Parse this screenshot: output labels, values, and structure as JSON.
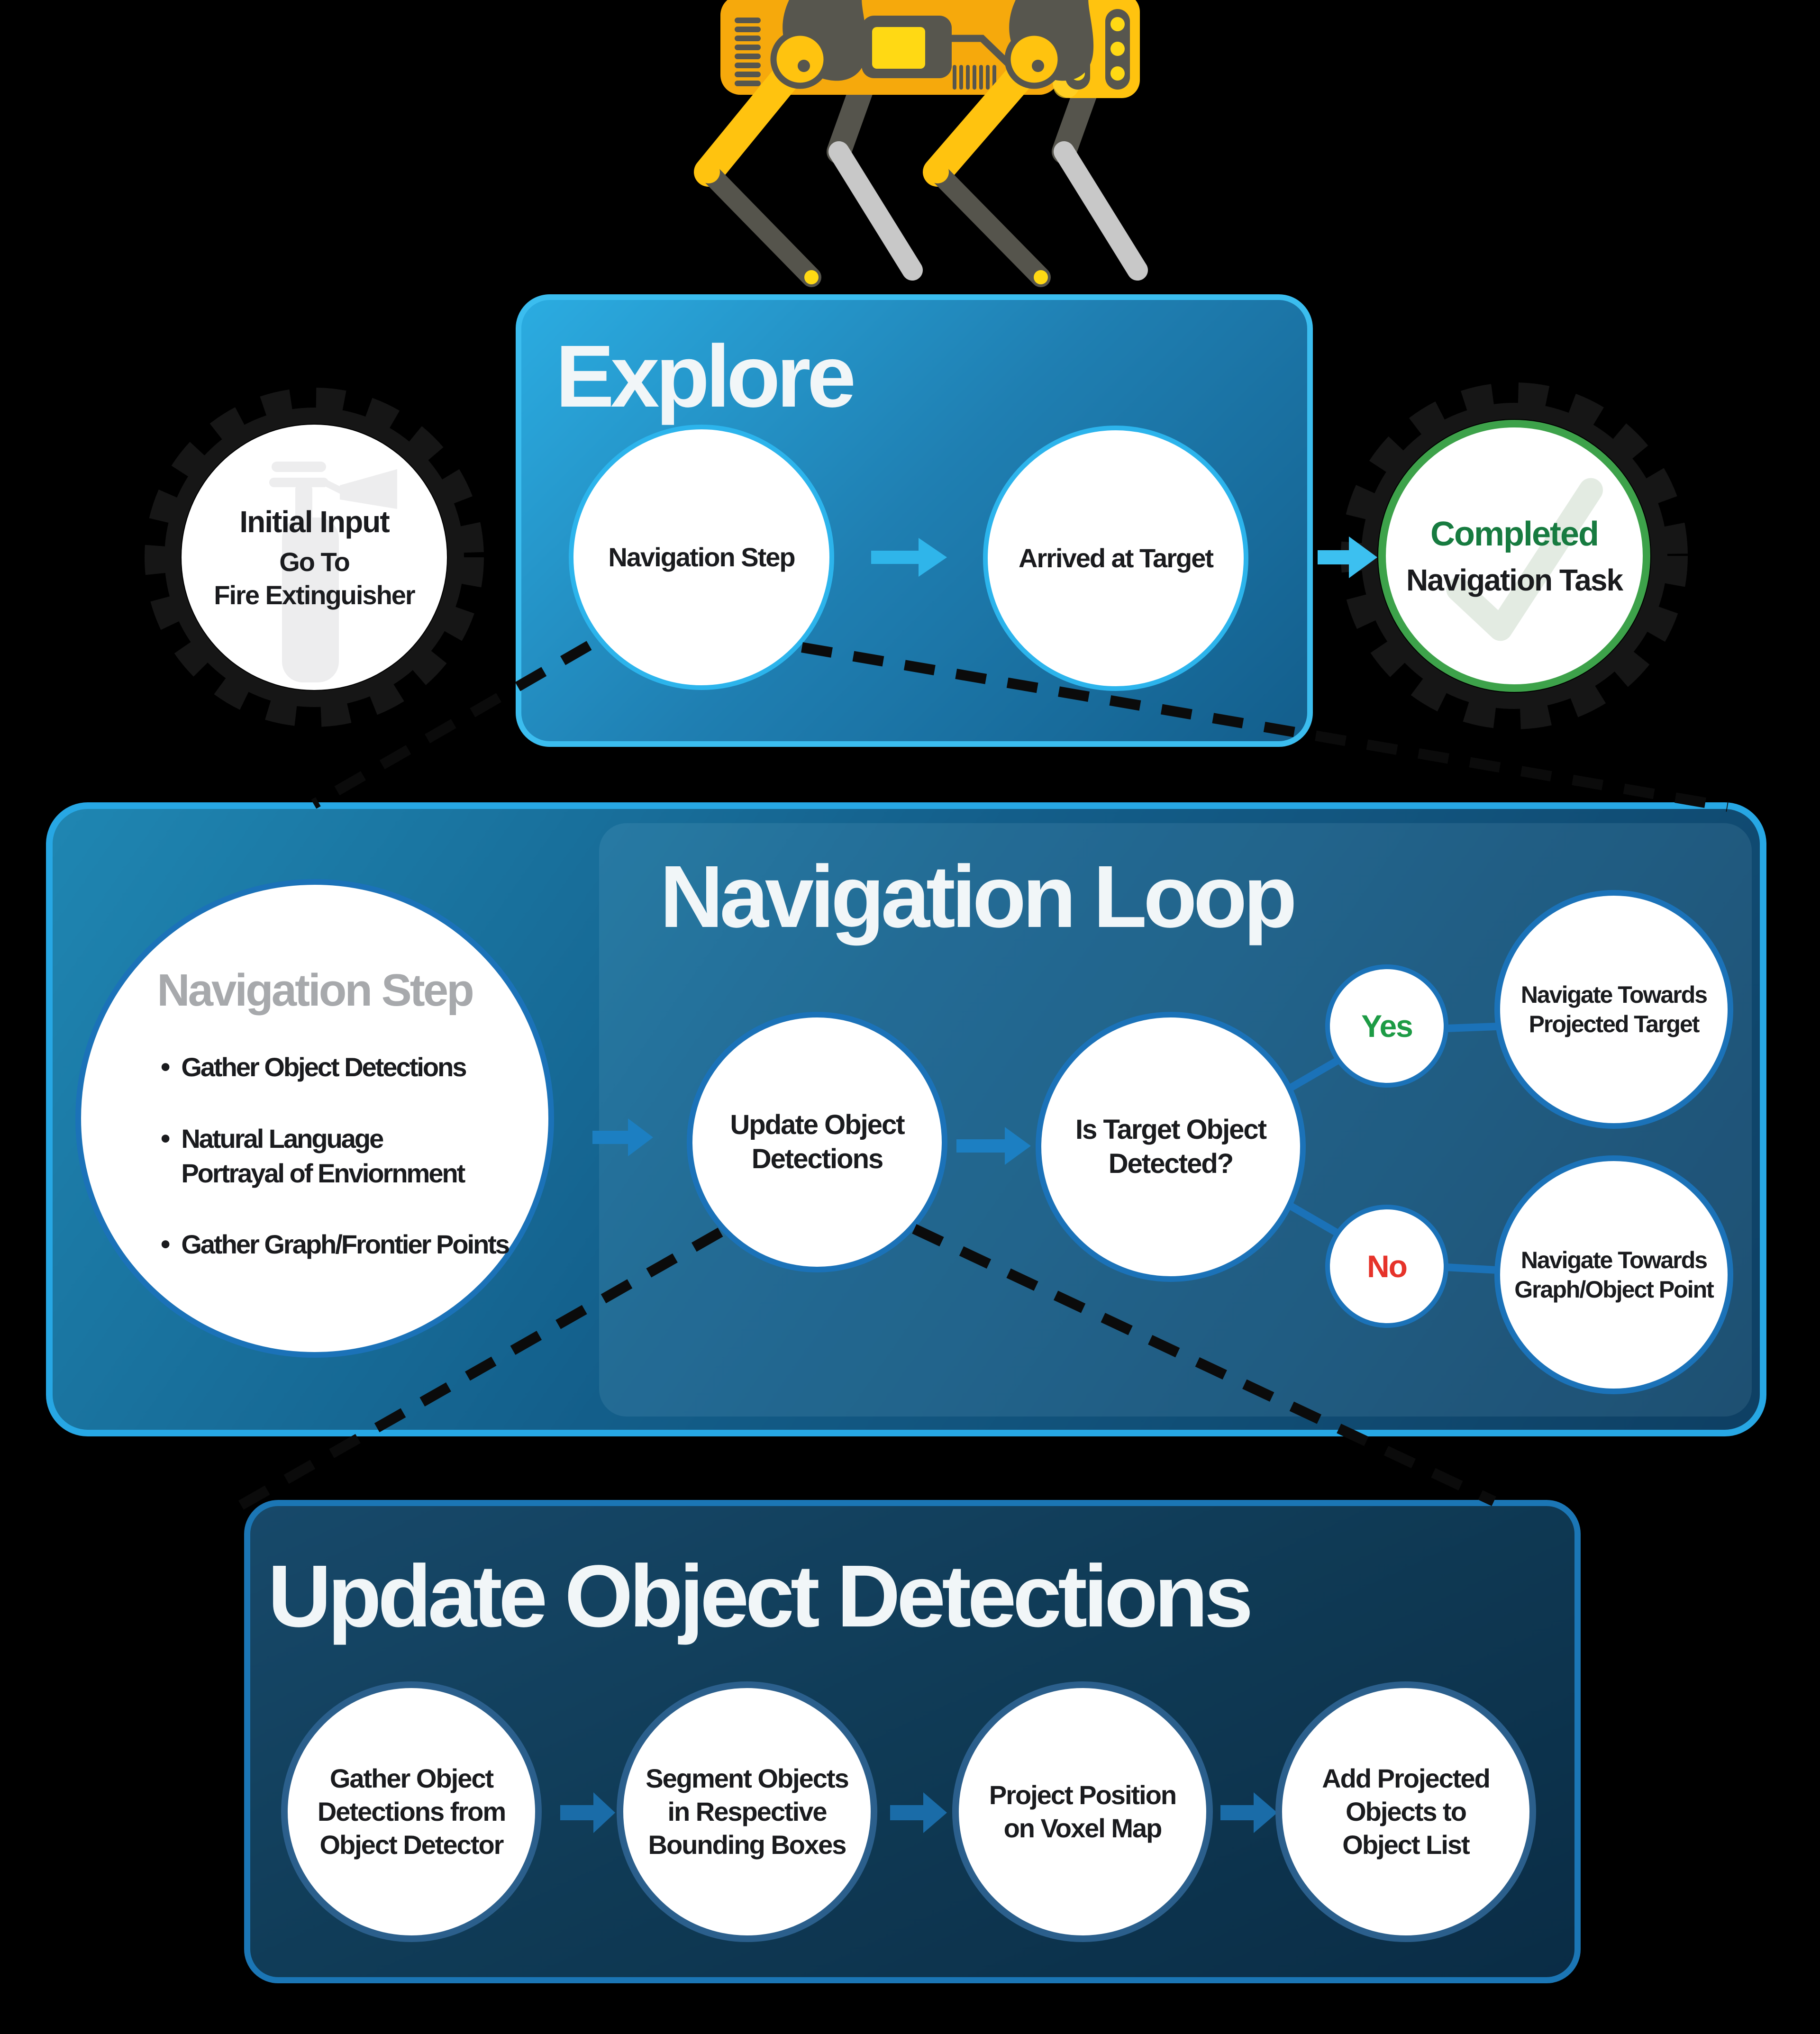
{
  "robot": {
    "icon": "spot-robot"
  },
  "initial_node": {
    "title": "Initial Input",
    "lines": "Go To\nFire Extinguisher",
    "icon": "fire-extinguisher"
  },
  "explore_box": {
    "title": "Explore",
    "node1": "Navigation Step",
    "node2": "Arrived at Target"
  },
  "completed_node": {
    "title": "Completed",
    "subtitle": "Navigation Task",
    "icon": "checkmark",
    "title_color": "#177B40"
  },
  "navigation_loop_box": {
    "title": "Navigation Loop",
    "step_circle": {
      "title": "Navigation Step",
      "bullet_1": "Gather Object Detections",
      "bullet_2": "Natural Language\nPortrayal of Enviornment",
      "bullet_3": "Gather Graph/Frontier Points"
    },
    "update_node": "Update Object\nDetections",
    "decision_node": "Is Target Object\nDetected?",
    "yes_branch": {
      "label": "Yes",
      "color": "#1D9B45",
      "node": "Navigate Towards\nProjected Target"
    },
    "no_branch": {
      "label": "No",
      "color": "#E6332A",
      "node": "Navigate Towards\nGraph/Object Point"
    }
  },
  "update_detections_box": {
    "title": "Update Object Detections",
    "step_1": "Gather Object\nDetections from\nObject Detector",
    "step_2": "Segment Objects\nin Respective\nBounding Boxes",
    "step_3": "Project Position\non Voxel Map",
    "step_4": "Add Projected\nObjects to\nObject List"
  },
  "colors": {
    "background": "#000000",
    "explore_box_border": "#3BBDEF",
    "explore_gradient_start": "#2BACE1",
    "explore_gradient_end": "#135E8C",
    "loop_box_border": "#27A7E4",
    "loop_gradient_start": "#1F86B2",
    "loop_gradient_end": "#0E3F63",
    "bottom_box_border": "#1B76B5",
    "bottom_gradient_start": "#17496A",
    "bottom_gradient_end": "#0A2C45",
    "node_border_light_blue": "#2CB4EC",
    "node_border_mid_blue": "#1B72B8",
    "node_border_steel_blue": "#2B5F8C",
    "completed_border_green": "#3DA24A",
    "arrow_light_blue": "#2FB5EA",
    "arrow_mid_blue": "#1C7FC2",
    "arrow_dark_blue": "#1A6CA8",
    "dashed_line_black": "#0B0B0B",
    "title_text": "#F1F6F8",
    "label_text": "#1A1B1E",
    "gray_title": "#A7A9AC",
    "robot_yellow": "#F6A90C",
    "robot_yellow_bright": "#FFC30F",
    "robot_dark_gray": "#57564E",
    "robot_light_gray": "#C8C8C8"
  }
}
